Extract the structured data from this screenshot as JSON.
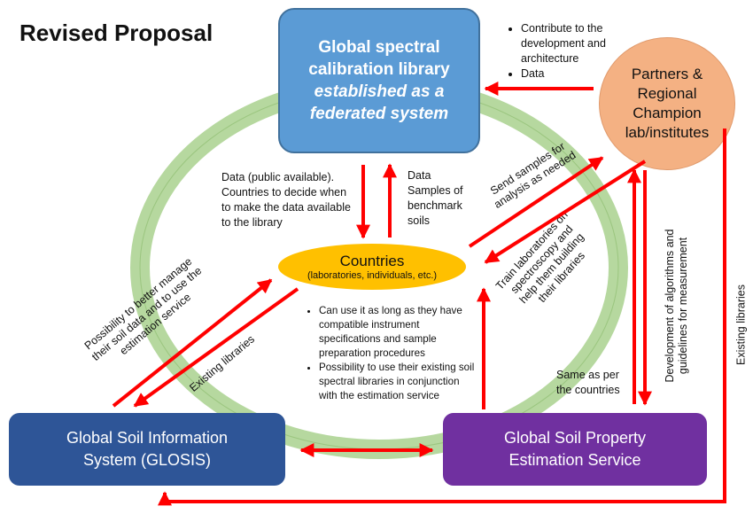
{
  "title": "Revised Proposal",
  "library": {
    "title_line1": "Global spectral",
    "title_line2": "calibration library",
    "sub_line1": "established as a",
    "sub_line2": "federated system"
  },
  "partners": {
    "line1": "Partners &",
    "line2": "Regional",
    "line3": "Champion",
    "line4": "lab/institutes"
  },
  "partner_bullets": [
    "Contribute to the development and architecture",
    "Data"
  ],
  "countries": {
    "title": "Countries",
    "subtitle": "(laboratories, individuals, etc.)"
  },
  "glosis": {
    "line1": "Global Soil Information",
    "line2": "System (GLOSIS)"
  },
  "gsp": {
    "line1": "Global Soil Property",
    "line2": "Estimation Service"
  },
  "labels": {
    "data_public": "Data (public available). Countries to decide when to make the data available to the library",
    "data_samples": "Data Samples of benchmark soils",
    "send_samples_1": "Send samples for",
    "send_samples_2": "analysis as needed",
    "train_1": "Train laboratories on",
    "train_2": "spectroscopy and",
    "train_3": "help them building",
    "train_4": "their libraries",
    "possibility_1": "Possibility to better manage",
    "possibility_2": "their soil data and to use the",
    "possibility_3": "estimation service",
    "existing_libraries_left": "Existing libraries",
    "same_as_countries": "Same as per the countries",
    "development_1": "Development of algorithms and",
    "development_2": "guidelines for measurement",
    "existing_libraries_right": "Existing libraries"
  },
  "center_bullets": [
    "Can use it as long as they have compatible instrument specifications and sample preparation procedures",
    "Possibility to use their existing soil spectral libraries in conjunction with the estimation service"
  ],
  "colors": {
    "arrow": "#ff0000",
    "ring": "#a9d18e",
    "library": "#5b9bd5",
    "partners": "#f4b183",
    "countries": "#ffc000",
    "glosis": "#2e5597",
    "gsp": "#7030a0"
  }
}
